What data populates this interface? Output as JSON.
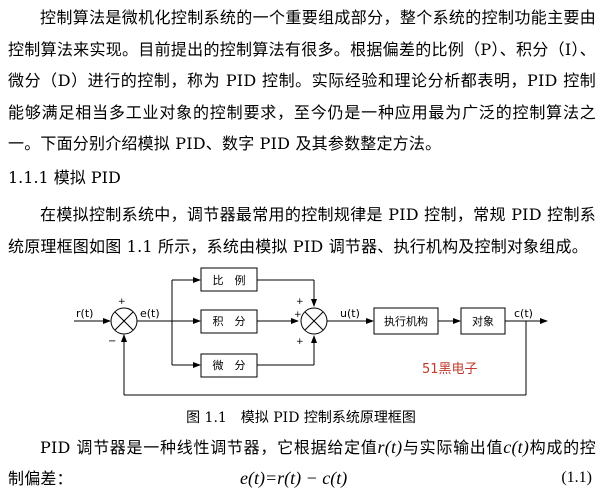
{
  "paragraph1": "控制算法是微机化控制系统的一个重要组成部分，整个系统的控制功能主要由控制算法来实现。目前提出的控制算法有很多。根据偏差的比例（P）、积分（I）、微分（D）进行的控制，称为 PID 控制。实际经验和理论分析都表明，PID 控制能够满足相当多工业对象的控制要求，至今仍是一种应用最为广泛的控制算法之一。下面分别介绍模拟 PID、数字 PID 及其参数整定方法。",
  "heading": "1.1.1 模拟 PID",
  "paragraph2": "在模拟控制系统中，调节器最常用的控制规律是 PID 控制，常规 PID 控制系统原理框图如图 1.1 所示，系统由模拟 PID 调节器、执行机构及控制对象组成。",
  "diagram": {
    "r_label": "r(t)",
    "e_label": "e(t)",
    "u_label": "u(t)",
    "c_label": "c(t)",
    "plus1": "+",
    "minus1": "−",
    "plus2": "+",
    "plus3": "+",
    "plus4": "+",
    "block_p": "比　例",
    "block_i": "积　分",
    "block_d": "微　分",
    "block_actuator": "执行机构",
    "block_object": "对象",
    "watermark": "51黑电子",
    "watermark_color": "#c0392b"
  },
  "caption": "图 1.1　模拟 PID 控制系统原理框图",
  "paragraph3": {
    "part1": "PID 调节器是一种线性调节器，它根据给定值",
    "r": "r(t)",
    "part2": "与实际输出值",
    "c": "c(t)",
    "part3": "构成的控制偏差："
  },
  "equation": "e(t)=r(t) − c(t)",
  "equation_number": "(1.1)"
}
